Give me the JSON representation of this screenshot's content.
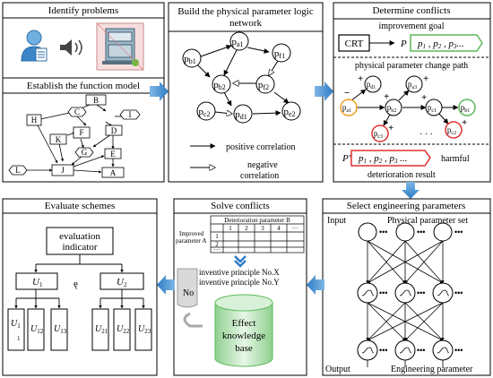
{
  "panels": {
    "identify": {
      "title": "Identify problems"
    },
    "function_model": {
      "title": "Establish the function model",
      "nodes": [
        "B",
        "C",
        "D",
        "E",
        "F",
        "G",
        "H",
        "I",
        "J",
        "K",
        "L",
        "A"
      ]
    },
    "logic_network": {
      "title_line1": "Build the physical parameter logic",
      "title_line2": "network",
      "nodes": [
        "p",
        "a1",
        "b1",
        "f1",
        "b2",
        "f2",
        "c2",
        "d1",
        "e2"
      ],
      "legend_positive": "positive correlation",
      "legend_negative_line1": "negative",
      "legend_negative_line2": "correlation"
    },
    "conflicts": {
      "title": "Determine conflicts",
      "improvement_goal": "improvement goal",
      "crt": "CRT",
      "p_symbol": "P",
      "goal_params": "p1 , p2 , p3...",
      "change_path": "physical parameter change path",
      "path_nodes": [
        "pa1",
        "pb2",
        "pd1",
        "pc1",
        "pb1",
        "pa3",
        "pc3",
        "pc2"
      ],
      "signs": [
        "−",
        "+",
        "+",
        "+",
        "+",
        "+"
      ],
      "ellipsis": "· · ·",
      "harmful_p": "P'",
      "harmful_params": "p1 , p2 , p3 ...",
      "harmful_line1": "harmful",
      "harmful_line2": "deterioration result"
    },
    "select_params": {
      "title": "Select engineering parameters",
      "input": "Input",
      "physical_set": "Physical  parameter set",
      "output": "Output",
      "engineering_parameter": "Engineering parameter",
      "dots": "•••"
    },
    "solve": {
      "title": "Solve conflicts",
      "deterioration_header": "Deterioration parameter B",
      "cols": [
        "1",
        "2",
        "3",
        "4",
        "···"
      ],
      "improved_line1": "Improved",
      "improved_line2": "parameter A",
      "rows": [
        "1",
        "2",
        "···"
      ],
      "principle_x": "inventive principle No.X",
      "principle_y": "inventive principle No.Y",
      "no_label": "No",
      "kb_line1": "Effect",
      "kb_line2": "knowledge",
      "kb_line3": "base"
    },
    "evaluate": {
      "title": "Evaluate schemes",
      "indicator_line1": "evaluation",
      "indicator_line2": "indicator",
      "u1": "U",
      "u2": "U",
      "stray": "ę",
      "leaves": [
        "U",
        "U",
        "U",
        "U",
        "U",
        "U"
      ]
    }
  },
  "colors": {
    "accent_blue": "#3a86c8",
    "green": "#5cb85c",
    "red": "#e03030",
    "orange": "#f0a020",
    "node_fill": "#ffffff"
  }
}
